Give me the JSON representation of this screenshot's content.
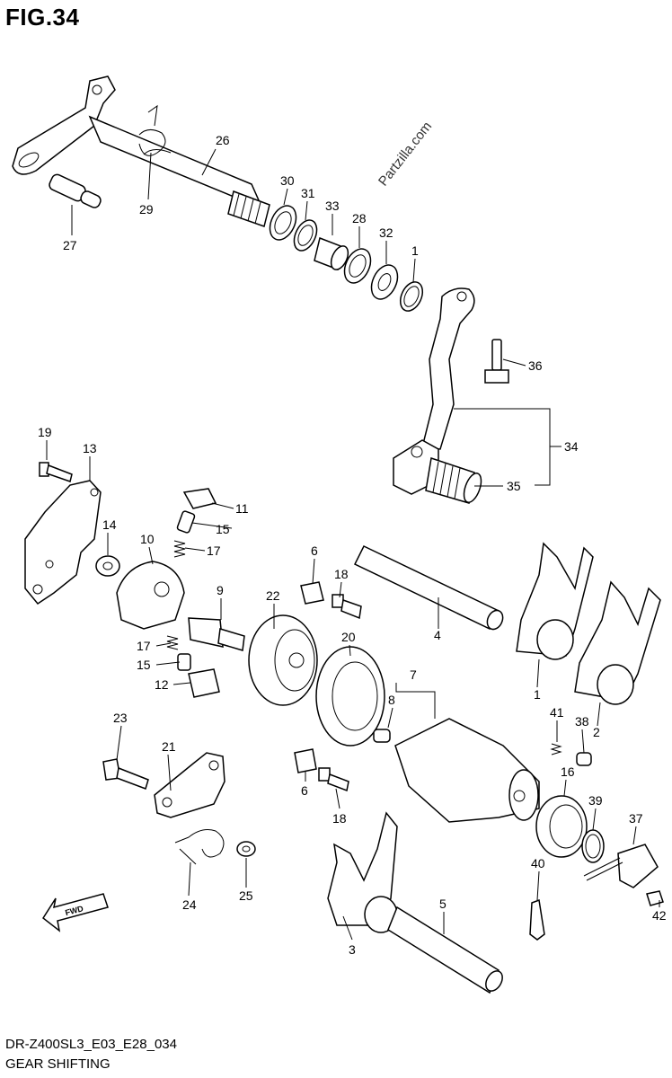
{
  "figure": {
    "title": "FIG.34",
    "model_code": "DR-Z400SL3_E03_E28_034",
    "section": "GEAR SHIFTING",
    "watermark": "Partzilla.com",
    "fwd_label": "FWD"
  },
  "callouts": {
    "c1a": "1",
    "c1b": "1",
    "c2": "2",
    "c3": "3",
    "c4": "4",
    "c5": "5",
    "c6a": "6",
    "c6b": "6",
    "c7": "7",
    "c8": "8",
    "c9": "9",
    "c10": "10",
    "c11": "11",
    "c12": "12",
    "c13": "13",
    "c14": "14",
    "c15a": "15",
    "c15b": "15",
    "c16": "16",
    "c17a": "17",
    "c17b": "17",
    "c18a": "18",
    "c18b": "18",
    "c19": "19",
    "c20": "20",
    "c21": "21",
    "c22": "22",
    "c23": "23",
    "c24": "24",
    "c25": "25",
    "c26": "26",
    "c27": "27",
    "c28": "28",
    "c29": "29",
    "c30": "30",
    "c31": "31",
    "c32": "32",
    "c33": "33",
    "c34": "34",
    "c35": "35",
    "c36": "36",
    "c37": "37",
    "c38": "38",
    "c39": "39",
    "c40": "40",
    "c41": "41",
    "c42": "42"
  }
}
